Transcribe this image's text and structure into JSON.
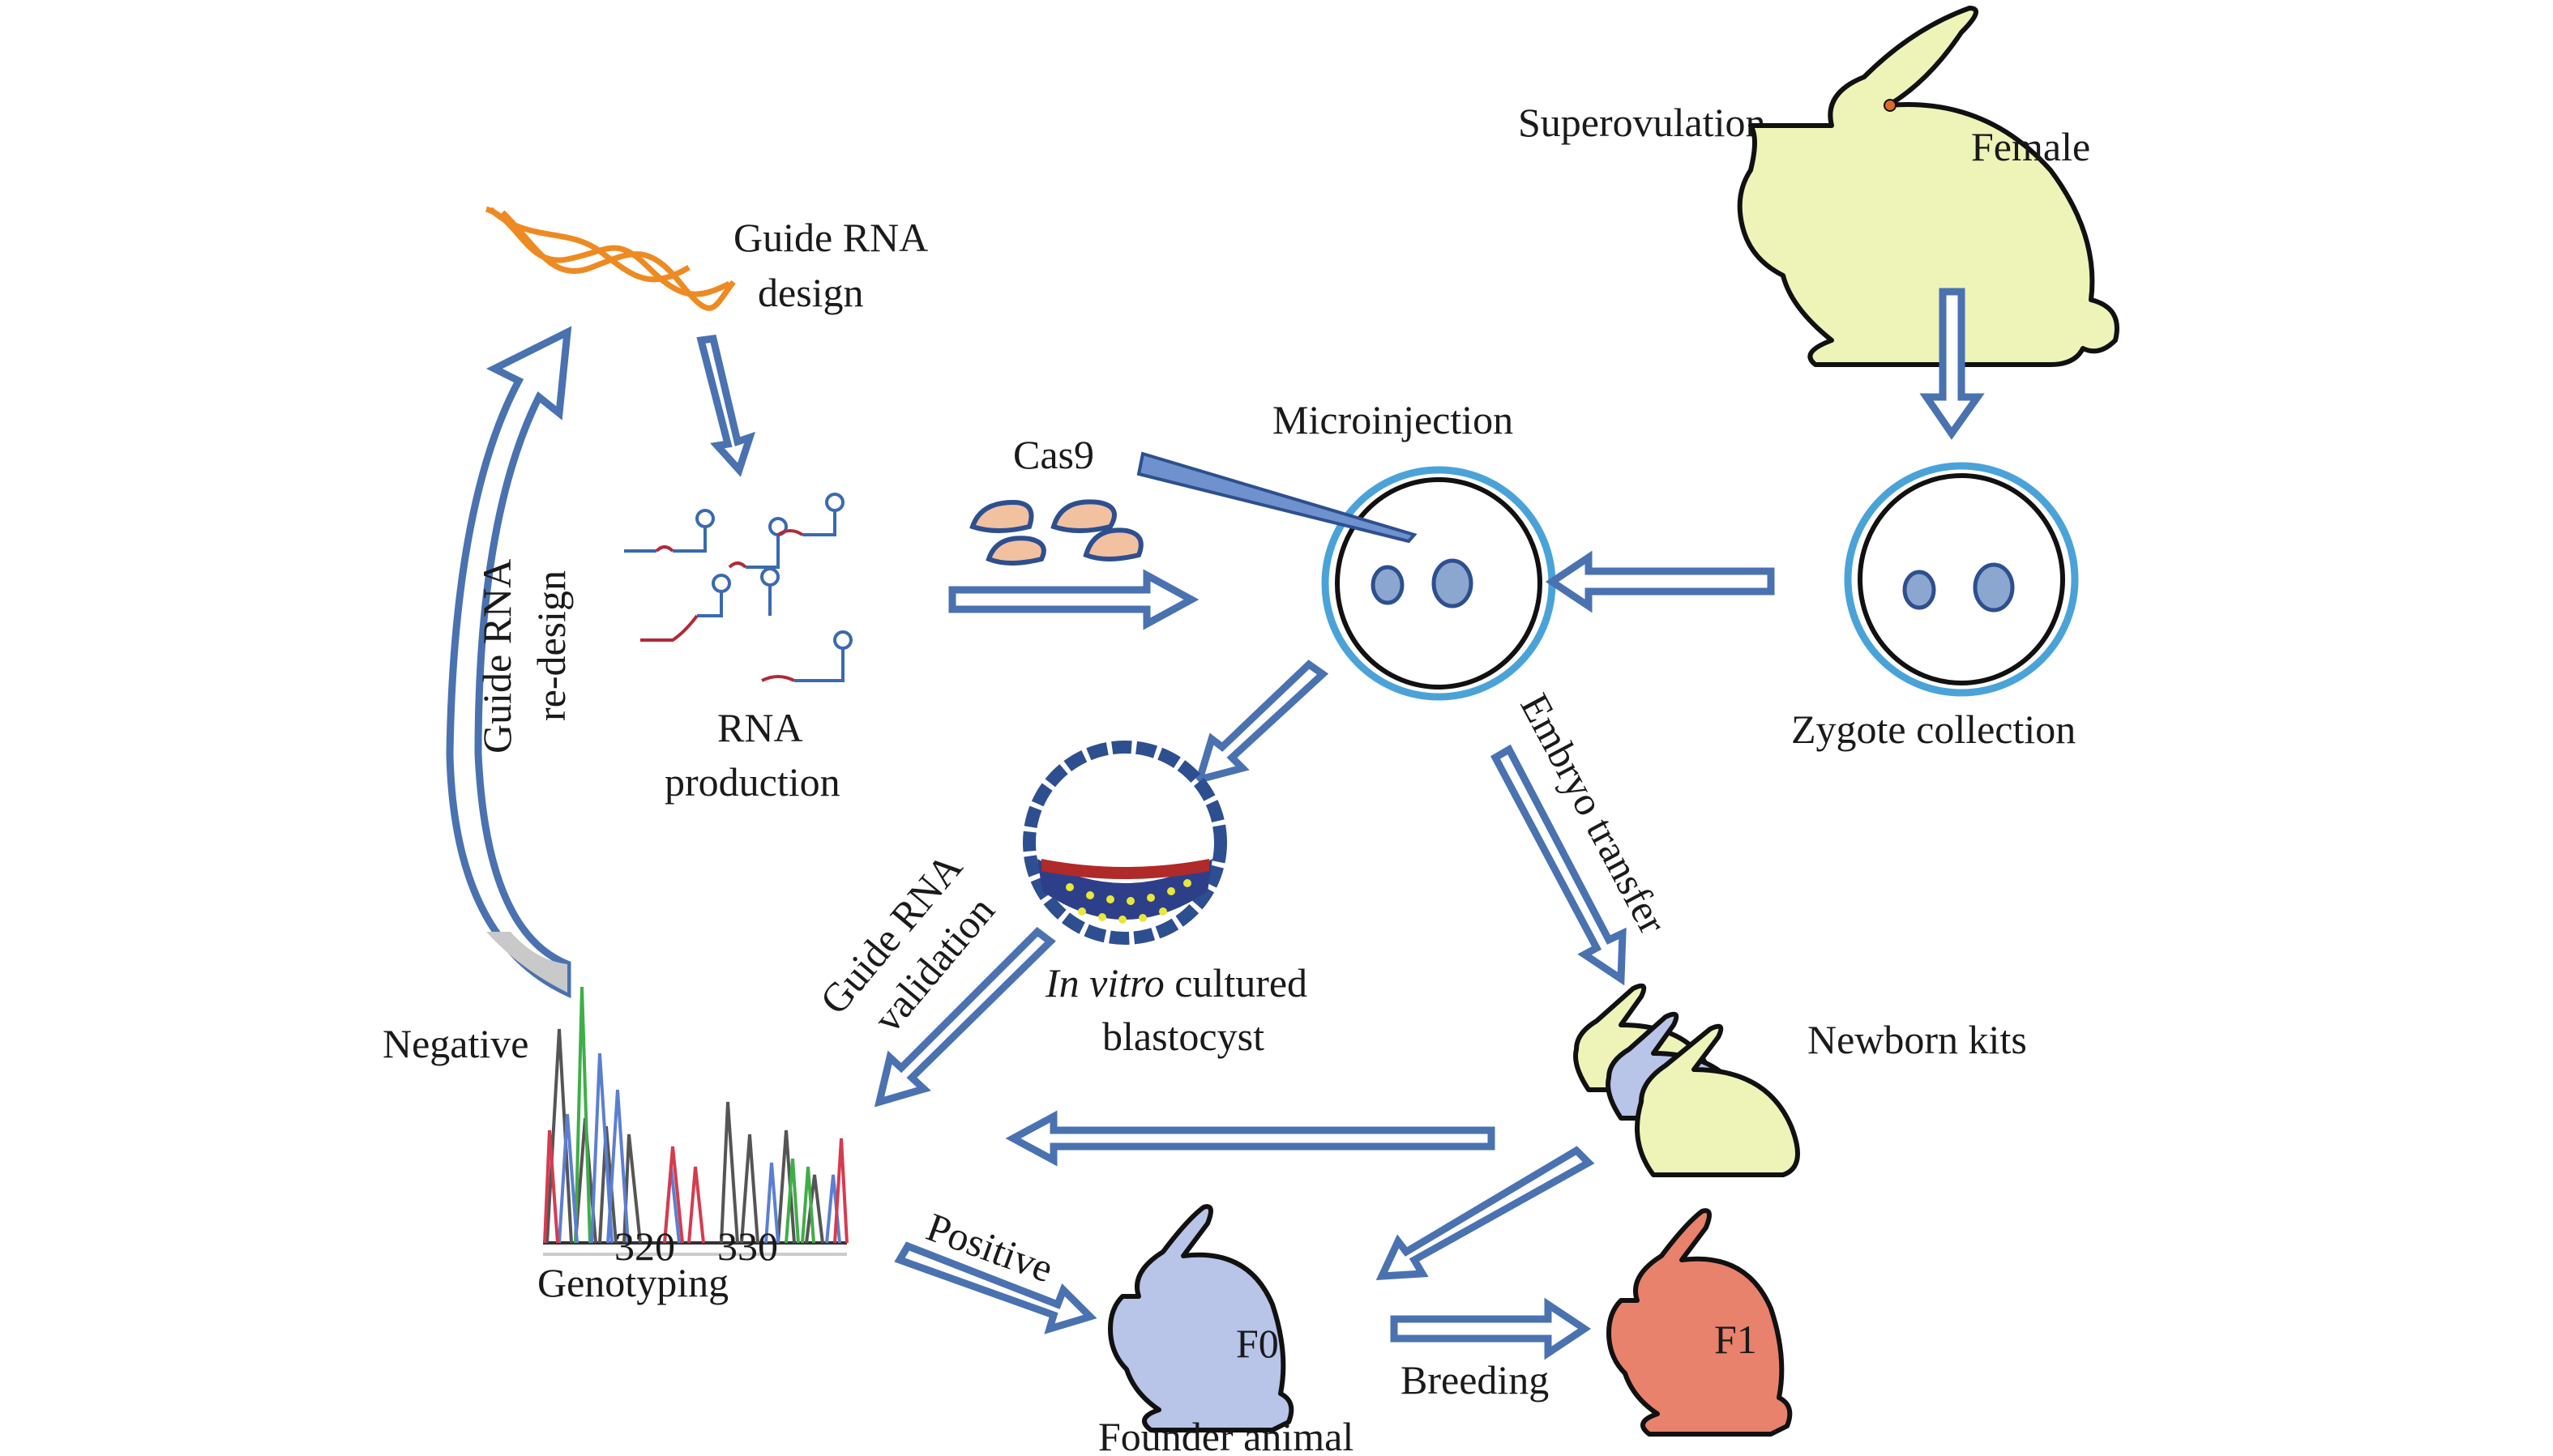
{
  "labels": {
    "guide_rna_design": [
      "Guide RNA",
      "design"
    ],
    "rna_production": [
      "RNA",
      "production"
    ],
    "cas9": "Cas9",
    "microinjection": "Microinjection",
    "superovulation": "Superovulation",
    "female": "Female",
    "zygote_collection": "Zygote collection",
    "guide_rna_redesign": [
      "Guide RNA",
      "re-design"
    ],
    "guide_rna_validation": [
      "Guide RNA",
      "validation"
    ],
    "in_vitro": "In vitro",
    "cultured": " cultured",
    "blastocyst": "blastocyst",
    "embryo_transfer": "Embryo transfer",
    "newborn_kits": "Newborn kits",
    "negative": "Negative",
    "genotyping": "Genotyping",
    "positive": "Positive",
    "f0": "F0",
    "founder_animal": "Founder animal",
    "breeding": "Breeding",
    "f1": "F1"
  },
  "chromatogram": {
    "ticks": [
      "320",
      "330"
    ]
  },
  "colors": {
    "arrow": "#4a72b0",
    "female": "#eef3b8",
    "f1": "#e8826c",
    "f0": "#b8c4e8",
    "cas9": "#f2c1a0",
    "zona": "#4aa3d8"
  }
}
